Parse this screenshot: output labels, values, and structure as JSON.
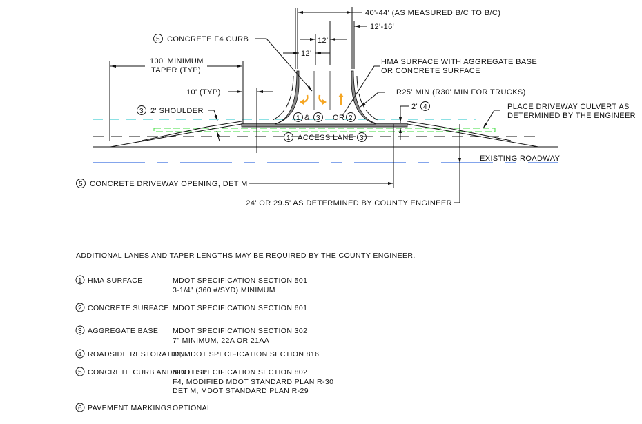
{
  "drawing": {
    "dim_overall": "40'-44' (AS MEASURED B/C TO B/C)",
    "dim_curb_offset": "12'-16'",
    "dim_lane_upper": "12'",
    "dim_lane_lower": "12'",
    "curb_label": "CONCRETE F4 CURB",
    "curb_label_num": "5",
    "taper_line1": "100' MINIMUM",
    "taper_line2": "TAPER (TYP)",
    "typ_10": "10' (TYP)",
    "shoulder_label": "2' SHOULDER",
    "shoulder_num": "3",
    "surface_line1": "HMA SURFACE WITH AGGREGATE BASE",
    "surface_line2": "OR CONCRETE SURFACE",
    "radius_label": "R25' MIN (R30' MIN FOR TRUCKS)",
    "two_ft": "2'",
    "two_ft_num": "4",
    "culvert_line1": "PLACE DRIVEWAY CULVERT AS",
    "culvert_line2": "DETERMINED BY THE ENGINEER",
    "drive_num_a": "1",
    "drive_amp": "&",
    "drive_num_b": "3",
    "drive_or": "OR",
    "drive_num_c": "2",
    "access_num_a": "1",
    "access_label": "ACCESS LANE",
    "access_num_b": "3",
    "existing_roadway": "EXISTING ROADWAY",
    "opening_num": "5",
    "opening_label": "CONCRETE DRIVEWAY OPENING, DET M",
    "width_label": "24' OR 29.5' AS DETERMINED BY COUNTY ENGINEER",
    "colors": {
      "arrow": "#f5a623",
      "cyan": "#19c3c8",
      "green": "#3ddc3d",
      "blue": "#3a6fe0",
      "curb": "#8a8a8a"
    }
  },
  "note": "ADDITIONAL LANES AND TAPER LENGTHS MAY BE REQUIRED BY THE COUNTY ENGINEER.",
  "legend": [
    {
      "num": "1",
      "item": "HMA SURFACE",
      "spec": [
        "MDOT SPECIFICATION SECTION 501",
        "3-1/4\" (360 #/SYD) MINIMUM"
      ]
    },
    {
      "num": "2",
      "item": "CONCRETE SURFACE",
      "spec": [
        "MDOT SPECIFICATION SECTION 601"
      ]
    },
    {
      "num": "3",
      "item": "AGGREGATE BASE",
      "spec": [
        "MDOT SPECIFICATION SECTION 302",
        "7\" MINIMUM, 22A OR 21AA"
      ]
    },
    {
      "num": "4",
      "item": "ROADSIDE RESTORATION",
      "spec": [
        "3\", MDOT SPECIFICATION SECTION 816"
      ]
    },
    {
      "num": "5",
      "item": "CONCRETE CURB AND GUTTER",
      "spec": [
        "MDOT SPECIFICATION SECTION 802",
        "F4, MODIFIED MDOT STANDARD PLAN R-30",
        "DET M, MDOT STANDARD PLAN R-29"
      ]
    },
    {
      "num": "6",
      "item": "PAVEMENT MARKINGS",
      "spec": [
        "OPTIONAL"
      ]
    }
  ]
}
